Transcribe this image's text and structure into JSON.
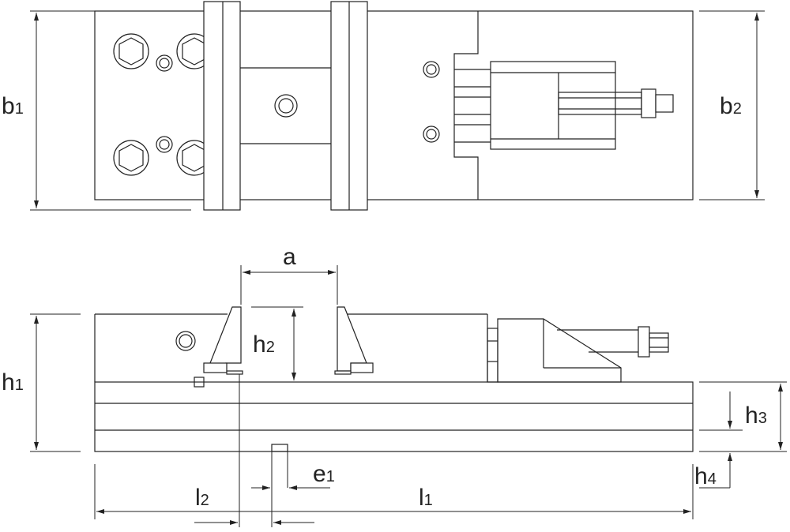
{
  "labels": {
    "b1": {
      "main": "b",
      "sub": "1"
    },
    "b2": {
      "main": "b",
      "sub": "2"
    },
    "a": {
      "main": "a",
      "sub": ""
    },
    "h1": {
      "main": "h",
      "sub": "1"
    },
    "h2": {
      "main": "h",
      "sub": "2"
    },
    "h3": {
      "main": "h",
      "sub": "3"
    },
    "h4": {
      "main": "h",
      "sub": "4"
    },
    "e1": {
      "main": "e",
      "sub": "1"
    },
    "l1": {
      "main": "l",
      "sub": "1"
    },
    "l2": {
      "main": "l",
      "sub": "2"
    }
  },
  "colors": {
    "line": "#222222",
    "background": "#ffffff"
  }
}
